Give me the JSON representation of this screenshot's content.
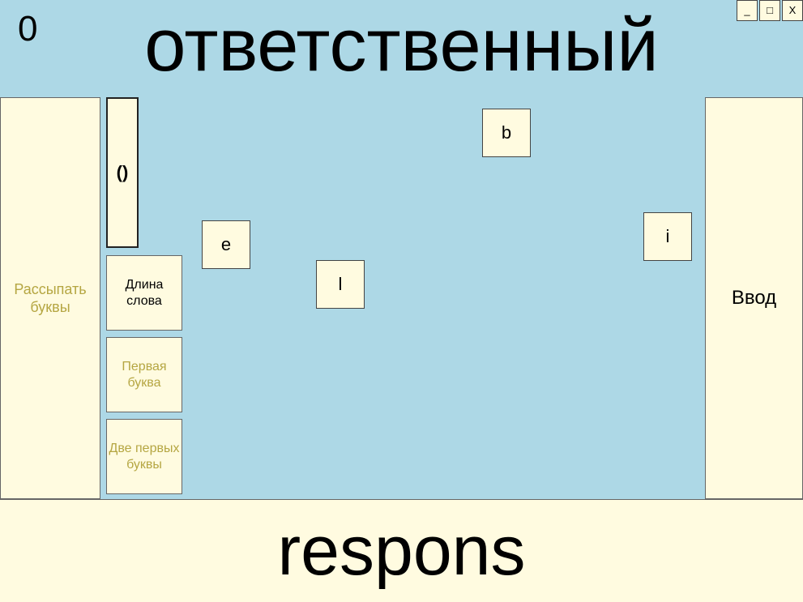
{
  "score": "0",
  "target_word": "ответственный",
  "window_controls": {
    "minimize": "_",
    "maximize": "□",
    "close": "X"
  },
  "buttons": {
    "scatter": "Рассыпать буквы",
    "enter": "Ввод",
    "refresh_glyph": "()",
    "hint_length": "Длина слова",
    "hint_first": "Первая буква",
    "hint_two": "Две первых буквы"
  },
  "answer": "respons",
  "tiles": [
    "b",
    "e",
    "l",
    "i"
  ],
  "colors": {
    "background": "#add8e6",
    "panel": "#fffbe0",
    "disabled_text": "#b5a642"
  }
}
